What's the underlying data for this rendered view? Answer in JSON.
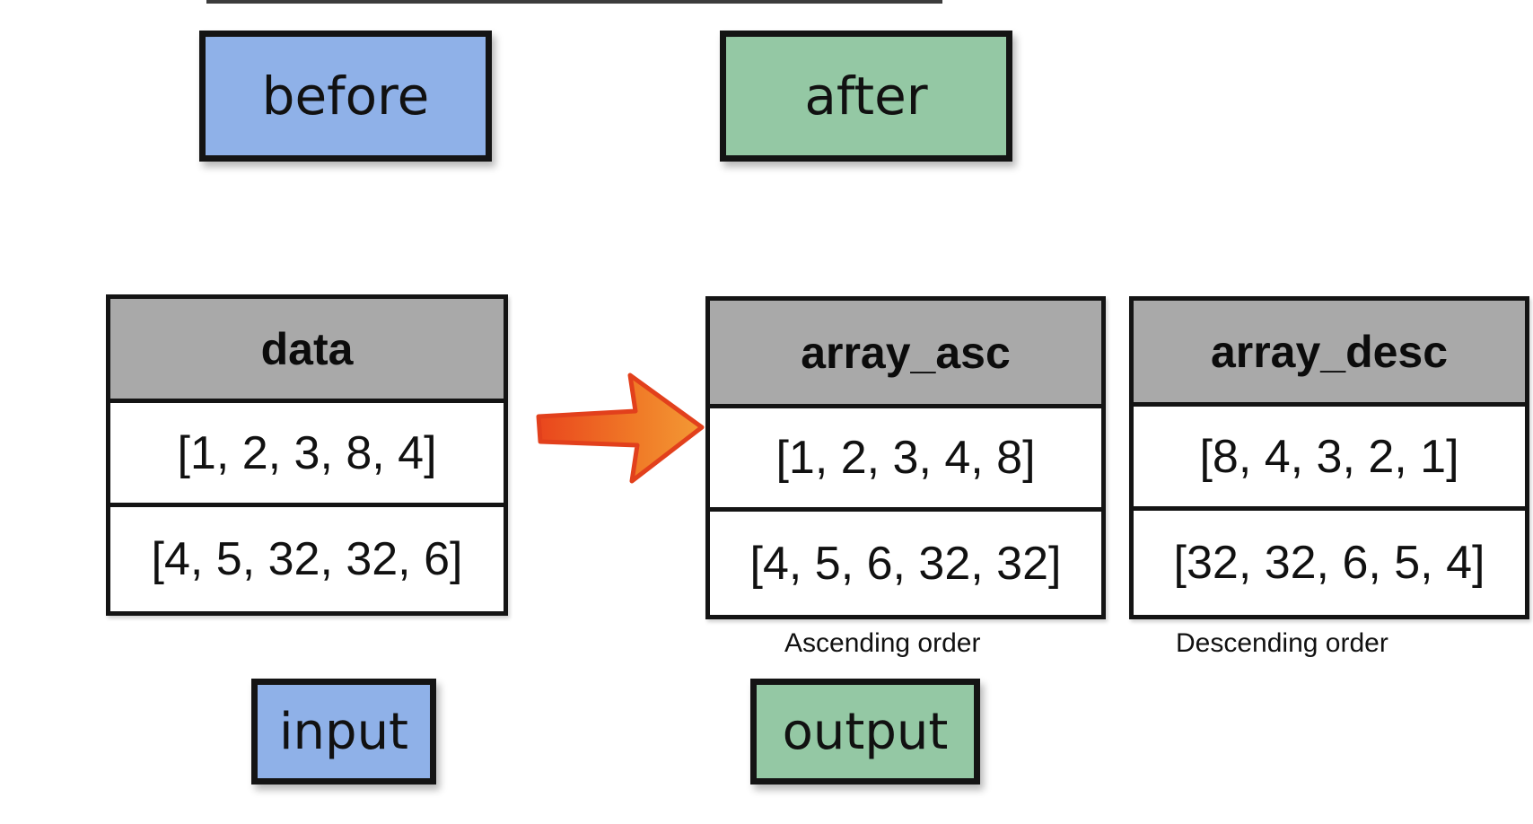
{
  "labels": {
    "before": "before",
    "after": "after",
    "input": "input",
    "output": "output"
  },
  "colors": {
    "before_input_fill": "#8fb1e8",
    "after_output_fill": "#94c8a4",
    "table_header_fill": "#a9a9a9",
    "arrow_fill": "#f08a2a",
    "arrow_edge": "#e2401c"
  },
  "tables": {
    "data": {
      "header": "data",
      "rows": [
        "[1, 2, 3, 8, 4]",
        "[4, 5, 32, 32, 6]"
      ]
    },
    "array_asc": {
      "header": "array_asc",
      "rows": [
        "[1, 2, 3, 4, 8]",
        "[4, 5, 6, 32, 32]"
      ],
      "caption": "Ascending order"
    },
    "array_desc": {
      "header": "array_desc",
      "rows": [
        "[8, 4, 3, 2, 1]",
        "[32, 32, 6, 5, 4]"
      ],
      "caption": "Descending order"
    }
  },
  "icons": {
    "transform_arrow": "right-arrow-icon"
  }
}
